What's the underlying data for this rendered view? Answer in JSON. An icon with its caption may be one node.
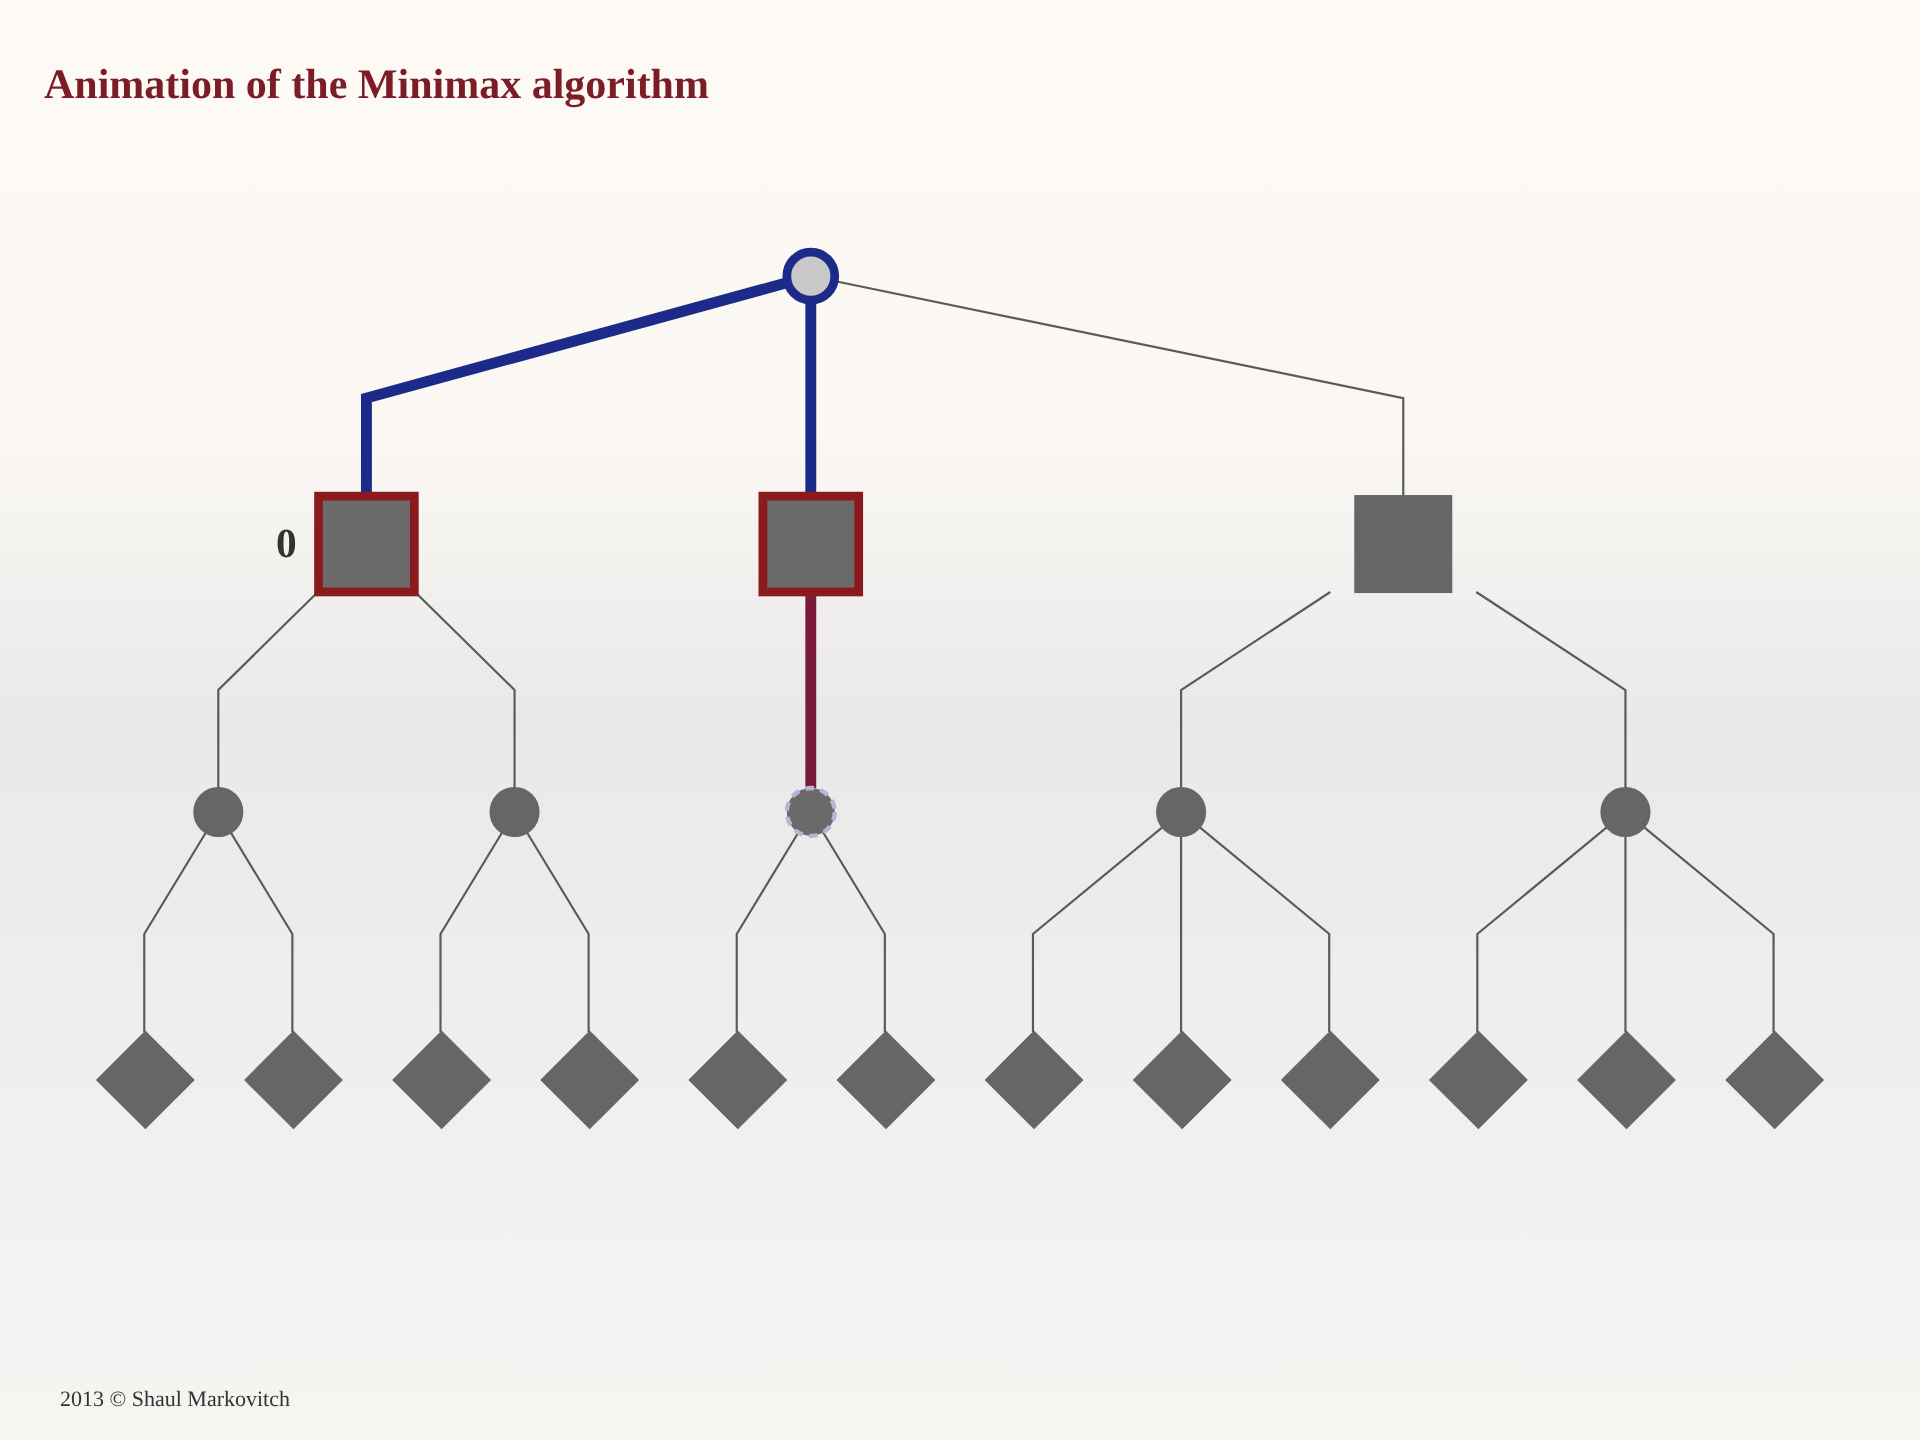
{
  "diagram": {
    "title": "Animation of the Minimax algorithm",
    "nodes": [
      {
        "text": [],
        "shape": "circle"
      },
      {
        "text": [],
        "shape": "box",
        "beside": [
          "0"
        ]
      },
      {
        "text": [],
        "shape": "box"
      },
      {
        "text": [],
        "shape": "box"
      },
      {
        "text": [],
        "shape": "circle"
      },
      {
        "text": [],
        "shape": "circle"
      },
      {
        "text": [],
        "shape": "circle"
      },
      {
        "text": [],
        "shape": "circle"
      },
      {
        "text": [],
        "shape": "circle"
      },
      {
        "text": [],
        "shape": "diamond"
      },
      {
        "text": [],
        "shape": "diamond"
      },
      {
        "text": [],
        "shape": "diamond"
      },
      {
        "text": [],
        "shape": "diamond"
      },
      {
        "text": [],
        "shape": "diamond"
      },
      {
        "text": [],
        "shape": "diamond"
      },
      {
        "text": [],
        "shape": "diamond"
      },
      {
        "text": [],
        "shape": "diamond"
      },
      {
        "text": [],
        "shape": "diamond"
      },
      {
        "text": [],
        "shape": "diamond"
      },
      {
        "text": [],
        "shape": "diamond"
      },
      {
        "text": [],
        "shape": "diamond"
      }
    ],
    "edges": [
      {
        "from": 0,
        "to": 1,
        "arrow": "none",
        "style": "thick",
        "color": "#1c2a8a"
      },
      {
        "from": 0,
        "to": 2,
        "arrow": "none",
        "style": "thick",
        "color": "#1c2a8a"
      },
      {
        "from": 0,
        "to": 3,
        "arrow": "none"
      },
      {
        "from": 1,
        "to": 4,
        "arrow": "none"
      },
      {
        "from": 1,
        "to": 5,
        "arrow": "none"
      },
      {
        "from": 2,
        "to": 6,
        "arrow": "none",
        "style": "thick",
        "color": "#7a1a3c"
      },
      {
        "from": 3,
        "to": 7,
        "arrow": "none"
      },
      {
        "from": 3,
        "to": 8,
        "arrow": "none"
      },
      {
        "from": 4,
        "to": 9,
        "arrow": "none"
      },
      {
        "from": 4,
        "to": 10,
        "arrow": "none"
      },
      {
        "from": 5,
        "to": 11,
        "arrow": "none"
      },
      {
        "from": 5,
        "to": 12,
        "arrow": "none"
      },
      {
        "from": 6,
        "to": 13,
        "arrow": "none"
      },
      {
        "from": 6,
        "to": 14,
        "arrow": "none"
      },
      {
        "from": 7,
        "to": 15,
        "arrow": "none"
      },
      {
        "from": 7,
        "to": 16,
        "arrow": "none"
      },
      {
        "from": 7,
        "to": 17,
        "arrow": "none"
      },
      {
        "from": 8,
        "to": 18,
        "arrow": "none"
      },
      {
        "from": 8,
        "to": 19,
        "arrow": "none"
      },
      {
        "from": 8,
        "to": 20,
        "arrow": "none"
      }
    ],
    "labels": [
      "2013 © Shaul Markovitch"
    ]
  }
}
